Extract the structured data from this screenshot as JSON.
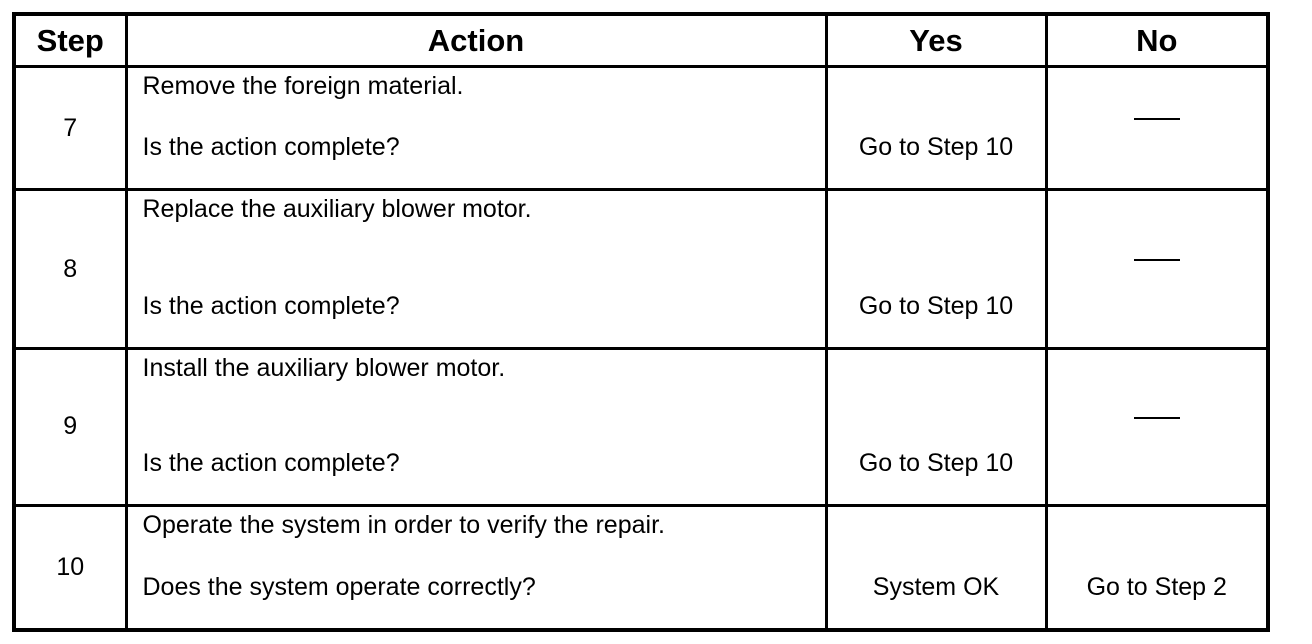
{
  "header": {
    "step": "Step",
    "action": "Action",
    "yes": "Yes",
    "no": "No"
  },
  "rows": [
    {
      "step": "7",
      "instruction": "Remove the foreign material.",
      "question": "Is the action complete?",
      "yes": "Go to Step 10",
      "no": "—"
    },
    {
      "step": "8",
      "instruction": "Replace the auxiliary blower motor.",
      "question": "Is the action complete?",
      "yes": "Go to Step 10",
      "no": "—"
    },
    {
      "step": "9",
      "instruction": "Install the auxiliary blower motor.",
      "question": "Is the action complete?",
      "yes": "Go to Step 10",
      "no": "—"
    },
    {
      "step": "10",
      "instruction": "Operate the system in order to verify the repair.",
      "question": "Does the system operate correctly?",
      "yes": "System OK",
      "no": "Go to Step 2"
    }
  ]
}
